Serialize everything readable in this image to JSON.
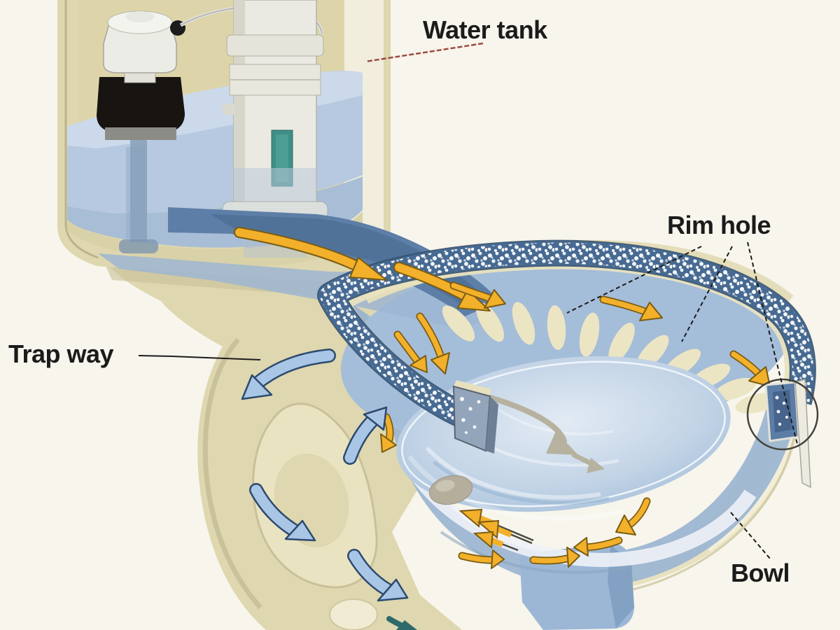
{
  "diagram": {
    "subject": "Toilet flush cutaway diagram",
    "labels": {
      "water_tank": "Water tank",
      "rim_hole": "Rim hole",
      "trap_way": "Trap way",
      "bowl": "Bowl"
    },
    "colors": {
      "background": "#f7f5ec",
      "porcelain": "#ded7af",
      "porcelain_dark": "#c7bf96",
      "porcelain_light": "#efead2",
      "tank_interior": "#ddd5a9",
      "tank_cut_white": "#f1eede",
      "tank_water": "#b6c9e0",
      "water_surface": "#ccd9ea",
      "water_deep": "#a8bdd6",
      "flow_channel": "#5d7ea6",
      "flow_channel_dark": "#4e6f96",
      "shelf_water": "#9db6d2",
      "bowl_backdrop": "#a4bdd9",
      "rim_ring": "#476a92",
      "scallop_cream": "#ece5c4",
      "arrow_orange": "#f3b02a",
      "arrow_orange_outline": "#7a5c12",
      "arrow_blue": "#a9c6e6",
      "arrow_blue_outline": "#2c4a6e",
      "arrow_gray": "#b7b1a0",
      "float_black": "#171412",
      "valve_white": "#ecece6",
      "flush_green": "#3f8f86",
      "label_text": "#1b1b1b",
      "leader_dark": "#1c1c1c",
      "leader_red": "#9c4b41"
    }
  }
}
